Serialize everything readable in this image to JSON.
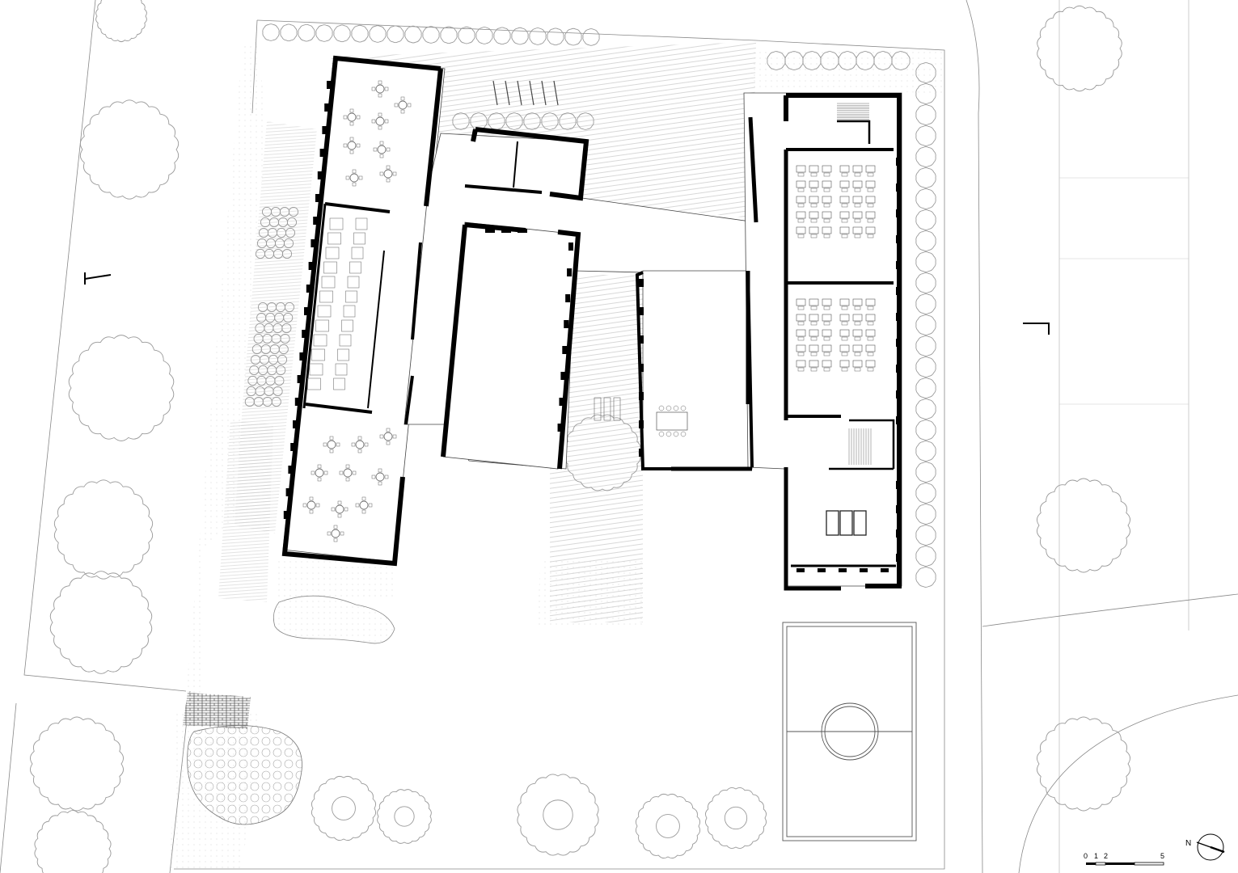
{
  "drawing": {
    "background": "#ffffff",
    "wall_color": "#000000",
    "line_color": "#555555",
    "tree_color": "#9a9a9a"
  },
  "scale_bar": {
    "ticks": [
      "0",
      "1",
      "2",
      "5"
    ]
  },
  "north_arrow": {
    "label": "N"
  }
}
